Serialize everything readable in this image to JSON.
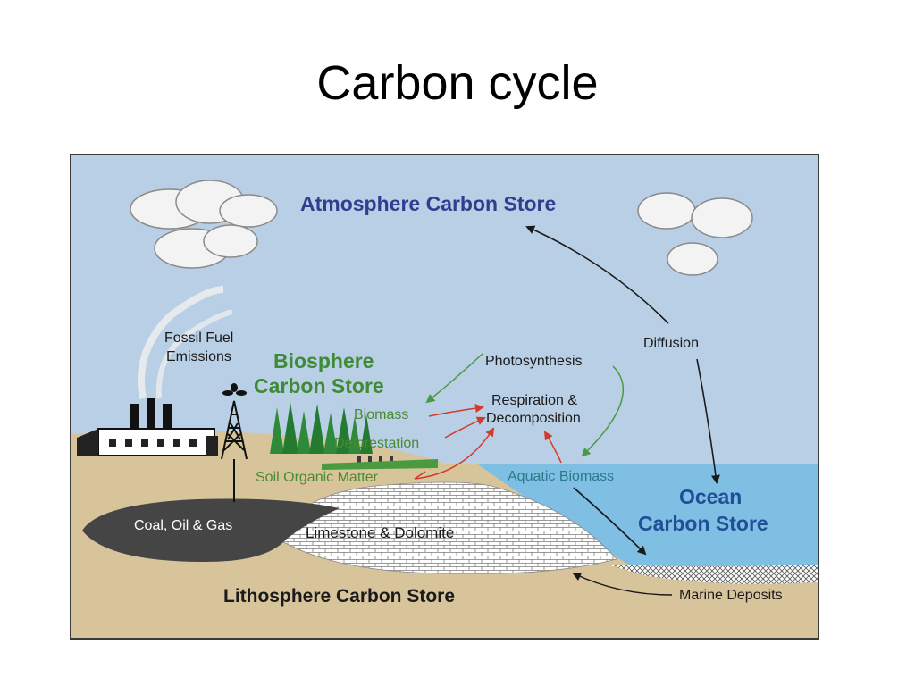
{
  "slide": {
    "title": "Carbon cycle"
  },
  "diagram": {
    "stores": {
      "atmosphere": "Atmosphere Carbon Store",
      "biosphere_line1": "Biosphere",
      "biosphere_line2": "Carbon Store",
      "ocean_line1": "Ocean",
      "ocean_line2": "Carbon Store",
      "lithosphere": "Lithosphere Carbon Store"
    },
    "labels": {
      "fossil_line1": "Fossil Fuel",
      "fossil_line2": "Emissions",
      "photosynthesis": "Photosynthesis",
      "diffusion": "Diffusion",
      "respiration_line1": "Respiration &",
      "respiration_line2": "Decomposition",
      "biomass": "Biomass",
      "deforestation": "Deforestation",
      "soil": "Soil Organic Matter",
      "aquatic": "Aquatic Biomass",
      "coal": "Coal, Oil & Gas",
      "limestone": "Limestone & Dolomite",
      "marine": "Marine Deposits"
    },
    "colors": {
      "sky": "#b9cfe6",
      "land": "#d8c49a",
      "ocean": "#7fbfe3",
      "coal": "#454545",
      "biosphere_text": "#3f8a35",
      "atmosphere_text": "#2f3f8f",
      "ocean_text": "#1f4f96",
      "flow_red": "#d23a2a",
      "flow_green": "#4a9a40",
      "flow_black": "#1a1a1a"
    },
    "icons": [
      "cloud-icon",
      "factory-icon",
      "oil-derrick-icon",
      "tree-icon"
    ]
  }
}
